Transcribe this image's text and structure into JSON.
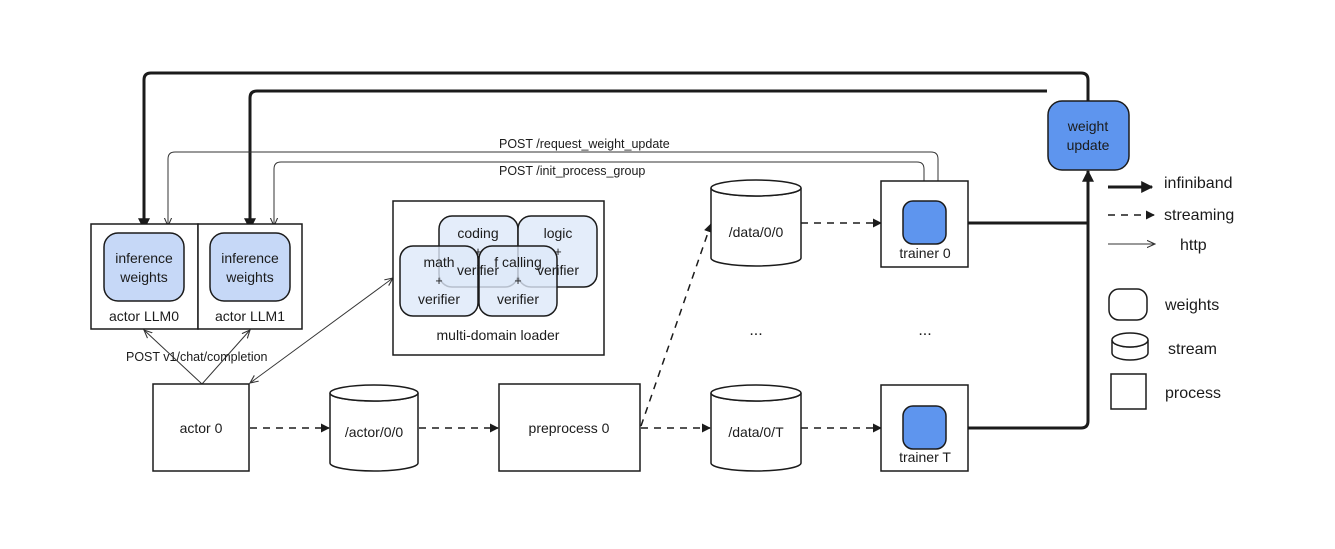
{
  "nodes": {
    "actor_llm0": {
      "inner": [
        "inference",
        "weights"
      ],
      "label": "actor LLM0"
    },
    "actor_llm1": {
      "inner": [
        "inference",
        "weights"
      ],
      "label": "actor LLM1"
    },
    "actor0": {
      "label": "actor 0"
    },
    "actor_stream": {
      "label": "/actor/0/0"
    },
    "preprocess0": {
      "label": "preprocess 0"
    },
    "data_stream_0": {
      "label": "/data/0/0"
    },
    "data_stream_t": {
      "label": "/data/0/T"
    },
    "trainer0": {
      "label": "trainer 0"
    },
    "trainer_t": {
      "label": "trainer T"
    },
    "weight_update": {
      "lines": [
        "weight",
        "update"
      ]
    },
    "ellipsis_streams": "...",
    "ellipsis_trainers": "..."
  },
  "loader": {
    "label": "multi-domain loader",
    "verifiers": [
      {
        "lines": [
          "coding",
          "+",
          "verifier"
        ]
      },
      {
        "lines": [
          "logic",
          "+",
          "verifier"
        ]
      },
      {
        "lines": [
          "math",
          "+",
          "verifier"
        ]
      },
      {
        "lines": [
          "f calling",
          "+",
          "verifier"
        ]
      }
    ]
  },
  "edges": {
    "request_weight_update": "POST /request_weight_update",
    "init_process_group": "POST /init_process_group",
    "chat_completion": "POST v1/chat/completion"
  },
  "legend": {
    "lines": [
      {
        "style": "thick",
        "label": "infiniband"
      },
      {
        "style": "dashed",
        "label": "streaming"
      },
      {
        "style": "thin",
        "label": "http"
      }
    ],
    "shapes": [
      {
        "shape": "rounded",
        "label": "weights"
      },
      {
        "shape": "cylinder",
        "label": "stream"
      },
      {
        "shape": "square",
        "label": "process"
      }
    ]
  },
  "colors": {
    "weights_fill": "#c6d8f7",
    "verifier_fill": "#dde8f9",
    "trainer_weights_fill": "#5e95ee",
    "stroke": "#1b1b1b"
  }
}
